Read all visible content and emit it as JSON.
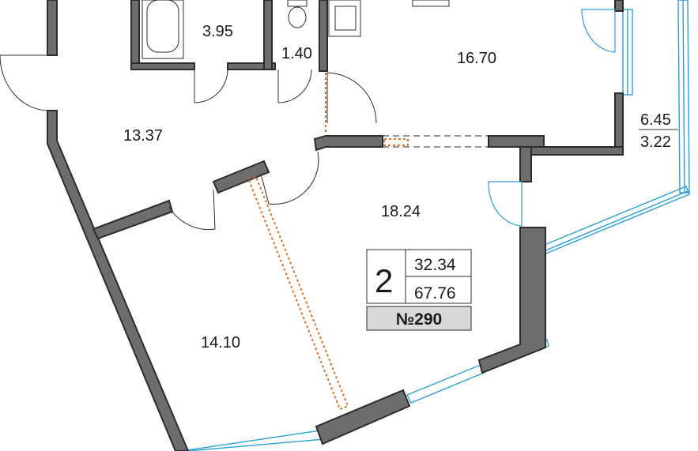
{
  "rooms": {
    "bathroom_area": "3.95",
    "toilet_area": "1.40",
    "kitchen_area": "16.70",
    "hall_area": "13.37",
    "living_area": "18.24",
    "bedroom_area": "14.10",
    "balcony_area_full": "6.45",
    "balcony_area_reduced": "3.22"
  },
  "apartment": {
    "rooms_count": "2",
    "living_area": "32.34",
    "total_area": "67.76",
    "number": "№290"
  },
  "colors": {
    "wall": "#6d6d6d",
    "window": "#2a9fd6",
    "partition_hatch": "#e07020",
    "badge_bg": "#d9d9d9"
  }
}
